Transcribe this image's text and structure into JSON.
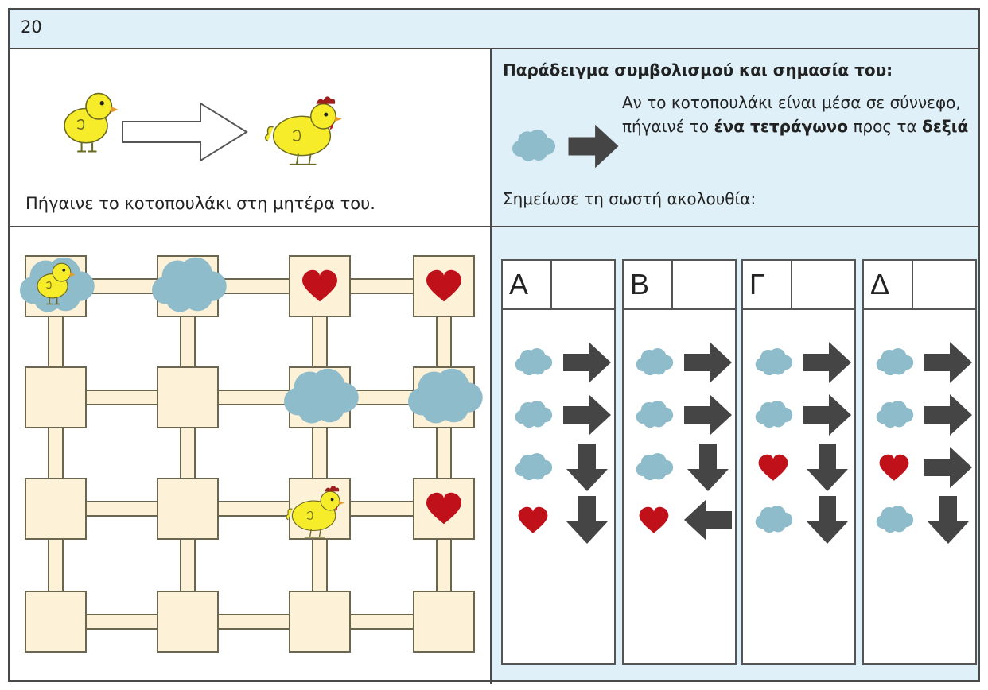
{
  "header": {
    "number": "20"
  },
  "task": {
    "caption": "Πήγαινε το κοτοπουλάκι στη μητέρα του."
  },
  "example": {
    "title": "Παράδειγμα συμβολισμού και σημασία του:",
    "text_part1": "Αν το κοτοπουλάκι είναι μέσα σε σύννεφο, πήγαινέ το ",
    "text_bold1": "ένα τετράγωνο",
    "text_part2": " προς τα ",
    "text_bold2": "δεξιά",
    "note": "Σημείωσε τη σωστή ακολουθία:"
  },
  "options": [
    {
      "letter": "Α",
      "rules": [
        [
          "cloud",
          "right"
        ],
        [
          "cloud",
          "right"
        ],
        [
          "cloud",
          "down"
        ],
        [
          "heart",
          "down"
        ]
      ]
    },
    {
      "letter": "Β",
      "rules": [
        [
          "cloud",
          "right"
        ],
        [
          "cloud",
          "right"
        ],
        [
          "cloud",
          "down"
        ],
        [
          "heart",
          "left"
        ]
      ]
    },
    {
      "letter": "Γ",
      "rules": [
        [
          "cloud",
          "right"
        ],
        [
          "cloud",
          "right"
        ],
        [
          "heart",
          "down"
        ],
        [
          "cloud",
          "down"
        ]
      ]
    },
    {
      "letter": "Δ",
      "rules": [
        [
          "cloud",
          "right"
        ],
        [
          "cloud",
          "right"
        ],
        [
          "heart",
          "right"
        ],
        [
          "cloud",
          "down"
        ]
      ]
    }
  ],
  "grid": {
    "rows": 4,
    "cols": 4,
    "cells": [
      [
        "cloud",
        "cloud",
        "heart",
        "heart"
      ],
      [
        "empty",
        "empty",
        "cloud",
        "cloud"
      ],
      [
        "empty",
        "empty",
        "empty",
        "heart"
      ],
      [
        "empty",
        "empty",
        "empty",
        "empty"
      ]
    ],
    "chick_position": [
      0,
      0
    ],
    "hen_position": [
      2,
      2
    ]
  },
  "colors": {
    "cloud": "#8fbccb",
    "heart": "#c0111b",
    "arrow": "#454545",
    "cell": "#fdf1d8",
    "accent_bg": "#dff0f8"
  }
}
